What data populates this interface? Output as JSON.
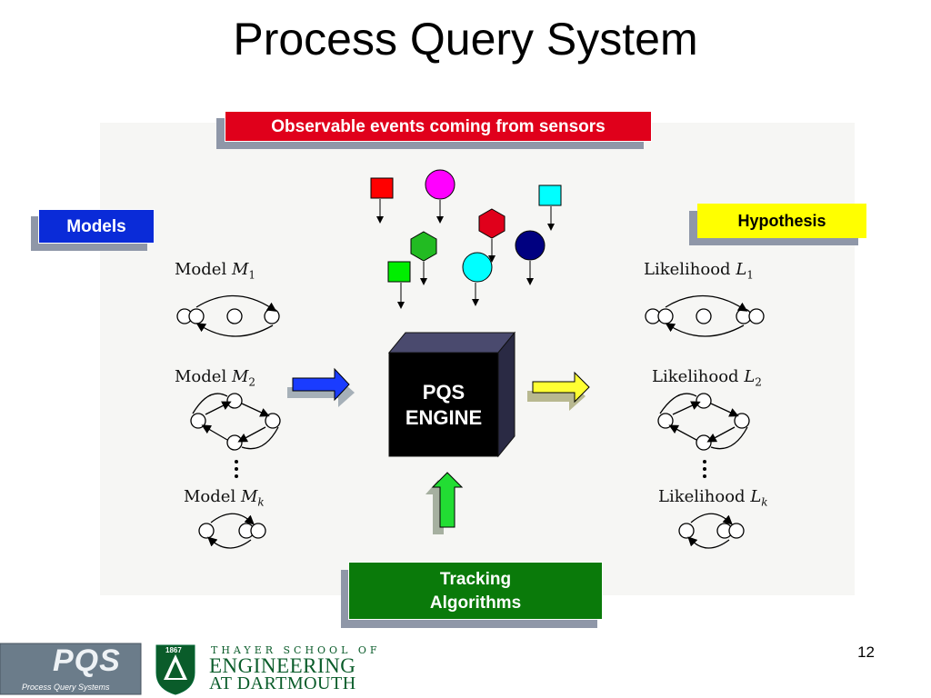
{
  "slide": {
    "title": "Process Query System",
    "page_number": "12"
  },
  "labels": {
    "events": "Observable events coming from sensors",
    "models": "Models",
    "hypothesis": "Hypothesis",
    "tracking_line1": "Tracking",
    "tracking_line2": "Algorithms"
  },
  "engine": {
    "line1": "PQS",
    "line2": "ENGINE"
  },
  "models": [
    {
      "word": "Model",
      "symbol": "M",
      "sub": "1"
    },
    {
      "word": "Model",
      "symbol": "M",
      "sub": "2"
    },
    {
      "word": "Model",
      "symbol": "M",
      "sub": "k"
    }
  ],
  "likelihoods": [
    {
      "word": "Likelihood",
      "symbol": "L",
      "sub": "1"
    },
    {
      "word": "Likelihood",
      "symbol": "L",
      "sub": "2"
    },
    {
      "word": "Likelihood",
      "symbol": "L",
      "sub": "k"
    }
  ],
  "footer": {
    "pqs_logo": "PQS",
    "pqs_sub": "Process Query Systems",
    "thayer_year": "1867",
    "thayer_line1": "THAYER SCHOOL OF",
    "thayer_line2": "ENGINEERING",
    "thayer_line3": "AT DARTMOUTH"
  },
  "colors": {
    "events_label": "#e0001b",
    "models_label": "#0a2bd8",
    "hypothesis_label": "#ffff00",
    "tracking_label": "#0a7a0a",
    "engine": "#000000",
    "blue_arrow": "#1a3cff",
    "yellow_arrow": "#ffff33",
    "green_arrow": "#22dd33"
  }
}
